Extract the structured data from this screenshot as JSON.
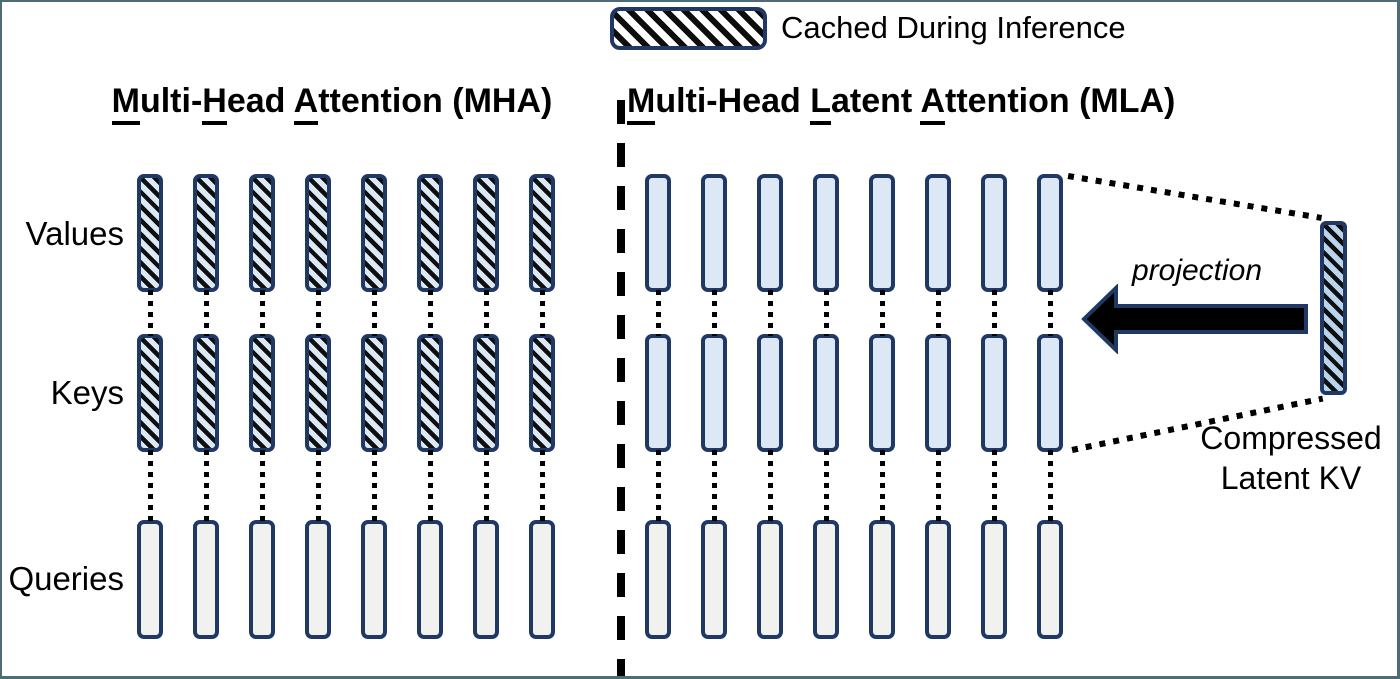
{
  "legend": {
    "label": "Cached During Inference"
  },
  "titles": {
    "mha": {
      "t1": "M",
      "t2": "ulti-",
      "t3": "H",
      "t4": "ead ",
      "t5": "A",
      "t6": "ttention (MHA)"
    },
    "mla": {
      "t1": "M",
      "t2": "ulti-Head ",
      "t3": "L",
      "t4": "atent ",
      "t5": "A",
      "t6": "ttention (MLA)"
    }
  },
  "row_labels": {
    "values": "Values",
    "keys": "Keys",
    "queries": "Queries"
  },
  "annotations": {
    "projection": "projection",
    "compressed_line1": "Compressed",
    "compressed_line2": "Latent KV"
  },
  "grid": {
    "columns_per_panel": 8,
    "mha_style": {
      "values": "hatched",
      "keys": "hatched",
      "queries": "plain"
    },
    "mla_style": {
      "values": "solid",
      "keys": "solid",
      "queries": "plain"
    }
  },
  "colors": {
    "border_navy": "#1f3864",
    "hatch_fill": "#dbe9f7",
    "solid_fill": "#dce8f6",
    "plain_fill": "#f1f1f0",
    "latent_fill": "#b9d5ee",
    "frame": "#4e6c77",
    "stripe": "#0d0d0d"
  }
}
